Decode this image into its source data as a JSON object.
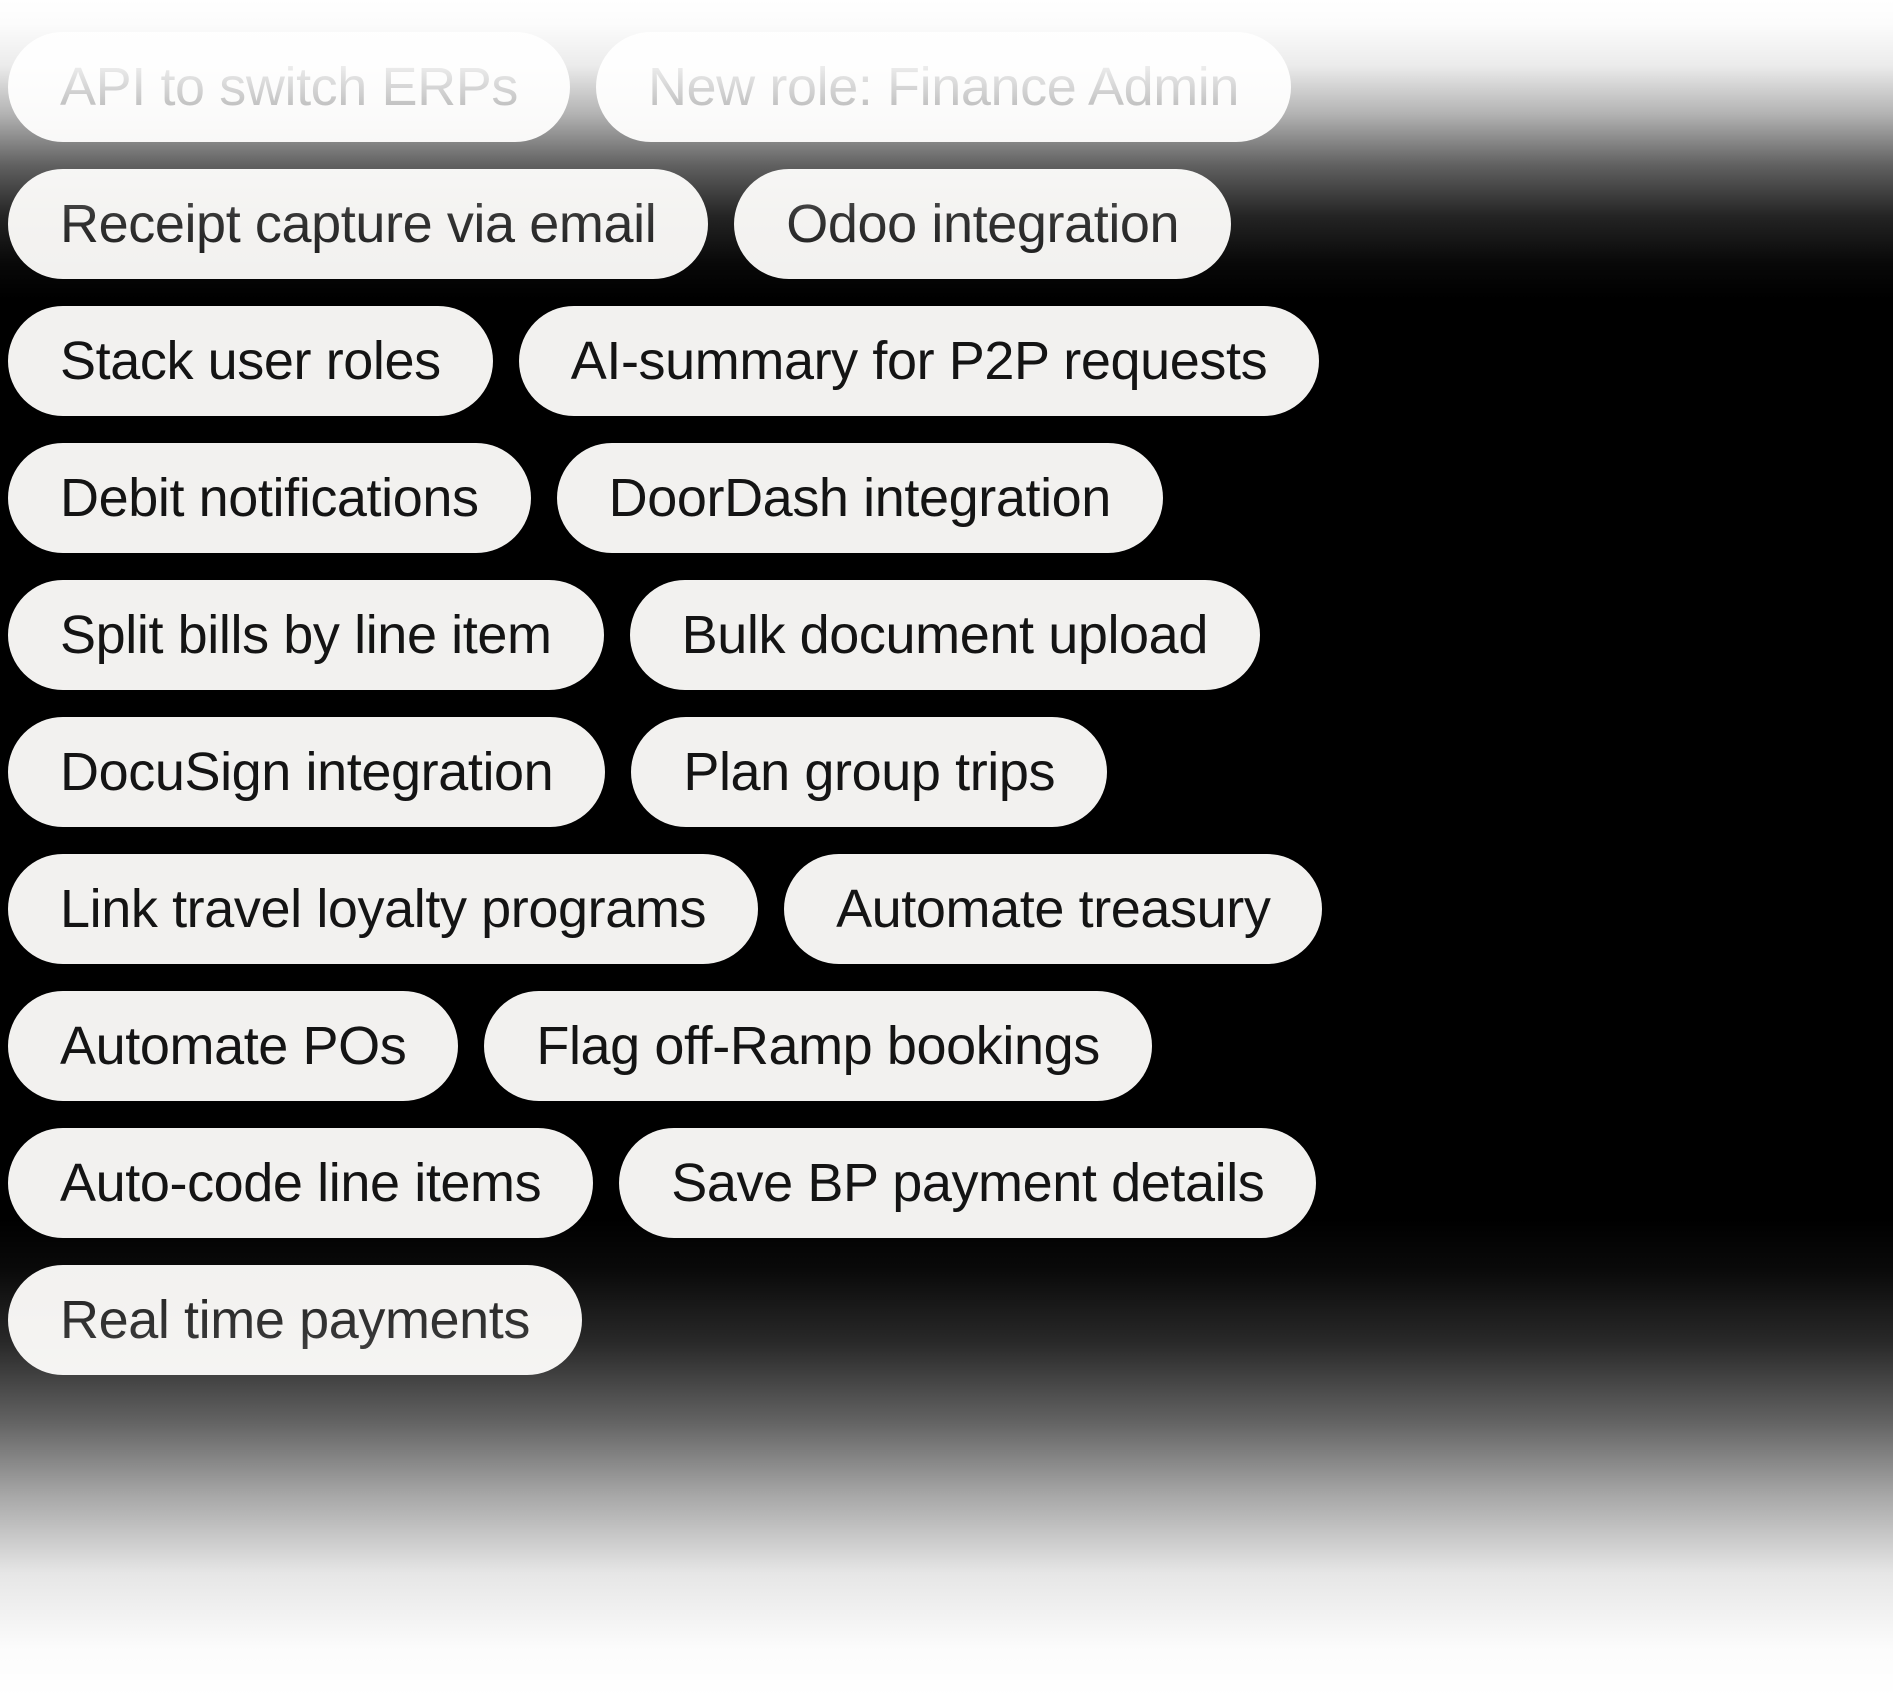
{
  "theme": {
    "background": "#000000",
    "pill_background": "#F2F1EF",
    "pill_text": "#141414",
    "fade_color": "#FFFFFF"
  },
  "tag_cloud": {
    "rows": [
      {
        "pills": [
          {
            "label": "API to switch ERPs"
          },
          {
            "label": "New role: Finance Admin"
          }
        ]
      },
      {
        "pills": [
          {
            "label": "Receipt capture via email"
          },
          {
            "label": "Odoo integration"
          }
        ]
      },
      {
        "pills": [
          {
            "label": "Stack user roles"
          },
          {
            "label": "AI-summary for P2P requests"
          }
        ]
      },
      {
        "pills": [
          {
            "label": "Debit notifications"
          },
          {
            "label": "DoorDash integration"
          }
        ]
      },
      {
        "pills": [
          {
            "label": "Split bills by line item"
          },
          {
            "label": "Bulk document upload"
          }
        ]
      },
      {
        "pills": [
          {
            "label": "DocuSign integration"
          },
          {
            "label": "Plan group trips"
          }
        ]
      },
      {
        "pills": [
          {
            "label": "Link travel loyalty programs"
          },
          {
            "label": "Automate treasury"
          }
        ]
      },
      {
        "pills": [
          {
            "label": "Automate POs"
          },
          {
            "label": "Flag off-Ramp bookings"
          }
        ]
      },
      {
        "pills": [
          {
            "label": "Auto-code line items"
          },
          {
            "label": "Save BP payment details"
          }
        ]
      },
      {
        "pills": [
          {
            "label": "Real time payments"
          }
        ]
      }
    ]
  }
}
